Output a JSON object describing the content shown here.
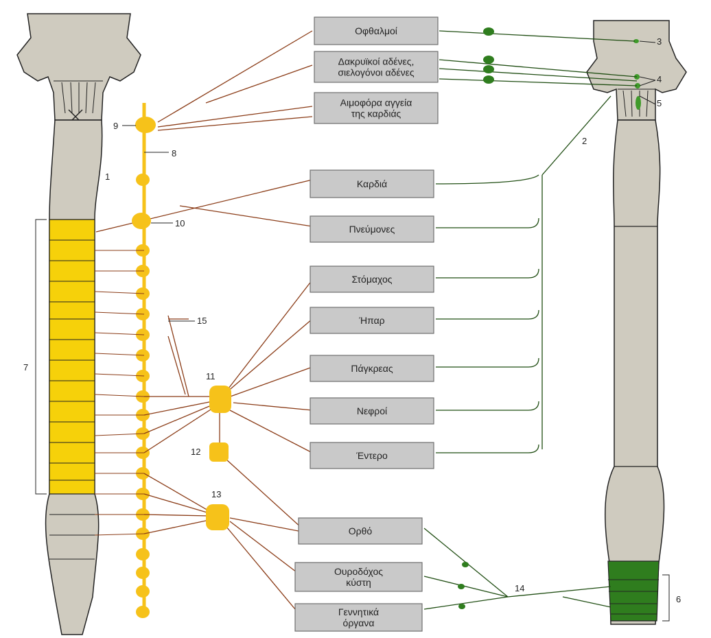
{
  "colors": {
    "sympathetic": "#f6c21a",
    "parasympathetic": "#2f7d1e",
    "parasympathetic_dot": "#3f9a2a",
    "box_fill": "#c9c9c9",
    "box_stroke": "#6f6f6f",
    "cord_fill": "#cfcbbf",
    "sympathetic_line": "#8a3b16",
    "parasympathetic_line": "#1f4d12"
  },
  "organs": [
    {
      "id": "eyes",
      "lines": [
        "Οφθαλμοί"
      ]
    },
    {
      "id": "glands",
      "lines": [
        "Δακρυϊκοί αδένες,",
        "σιελογόνοι αδένες"
      ]
    },
    {
      "id": "vessels",
      "lines": [
        "Αιμοφόρα αγγεία",
        "της καρδιάς"
      ]
    },
    {
      "id": "heart",
      "lines": [
        "Καρδιά"
      ]
    },
    {
      "id": "lungs",
      "lines": [
        "Πνεύμονες"
      ]
    },
    {
      "id": "stomach",
      "lines": [
        "Στόμαχος"
      ]
    },
    {
      "id": "liver",
      "lines": [
        "Ήπαρ"
      ]
    },
    {
      "id": "pancreas",
      "lines": [
        "Πάγκρεας"
      ]
    },
    {
      "id": "kidneys",
      "lines": [
        "Νεφροί"
      ]
    },
    {
      "id": "intestine",
      "lines": [
        "Έντερο"
      ]
    },
    {
      "id": "rectum",
      "lines": [
        "Ορθό"
      ]
    },
    {
      "id": "bladder",
      "lines": [
        "Ουροδόχος",
        "κύστη"
      ]
    },
    {
      "id": "genitals",
      "lines": [
        "Γεννητικά",
        "όργανα"
      ]
    }
  ],
  "numbers": [
    "1",
    "2",
    "3",
    "4",
    "5",
    "6",
    "7",
    "8",
    "9",
    "10",
    "11",
    "12",
    "13",
    "14",
    "15"
  ]
}
